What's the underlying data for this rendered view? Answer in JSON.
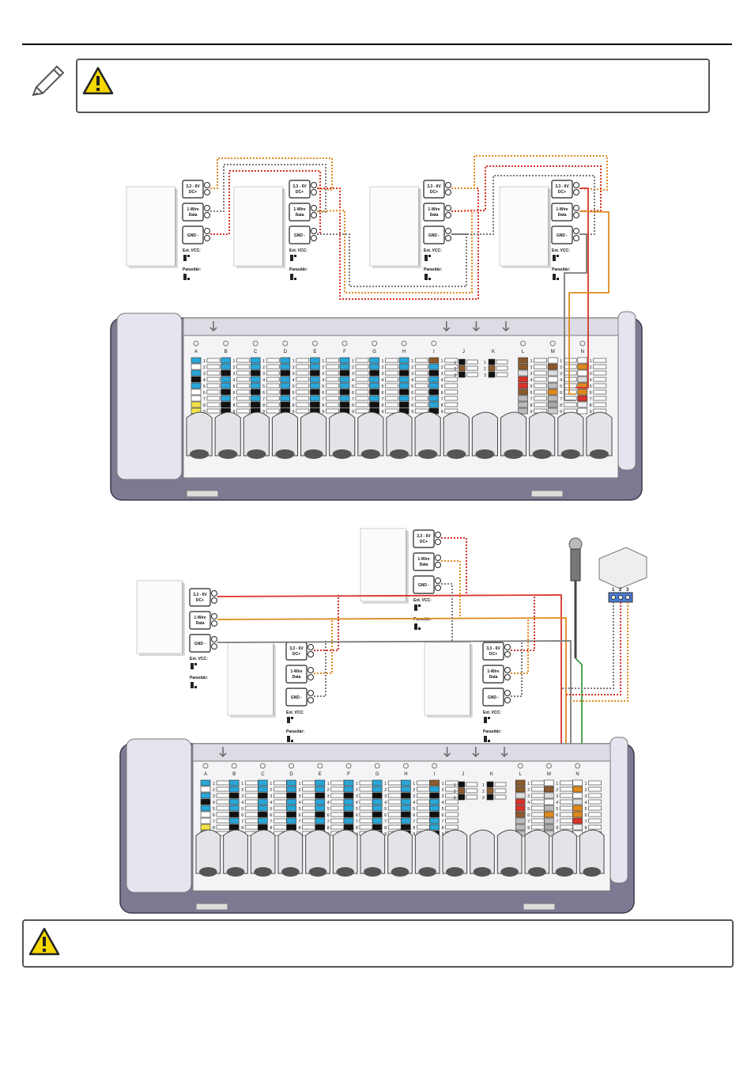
{
  "colors": {
    "wire_red": "#d8332a",
    "wire_orange": "#e08a1e",
    "wire_gray": "#7a7a7a",
    "wire_green": "#3c9a3c",
    "terminal_blue": "#29a6d8",
    "terminal_black": "#111111",
    "terminal_brown": "#8b5a2b",
    "terminal_yellow": "#f2e34a",
    "base_purple": "#7c7a93"
  },
  "icons": {
    "note": "pencil-icon",
    "warning": "warning-triangle-icon"
  },
  "sensor_labels": {
    "vcc": "3,3 - 6V DC+",
    "vcc_line1": "3,3 - 6V",
    "vcc_line2": "DC+",
    "data_line1": "1-Wire",
    "data_line2": "Data",
    "gnd": "GND -",
    "ext_vcc": "Ext. VCC:",
    "parasitar": "Parasitär:"
  },
  "terminal_columns": [
    "A",
    "B",
    "C",
    "D",
    "E",
    "F",
    "G",
    "H",
    "I",
    "J",
    "K",
    "L",
    "M",
    "N"
  ],
  "terminal_numbers": [
    "1",
    "2",
    "3",
    "4",
    "5",
    "6",
    "7",
    "8",
    "9"
  ],
  "small_terminal_numbers": [
    "1",
    "2",
    "3"
  ],
  "outdoor_sensor_pins": [
    "1",
    "2",
    "3"
  ]
}
